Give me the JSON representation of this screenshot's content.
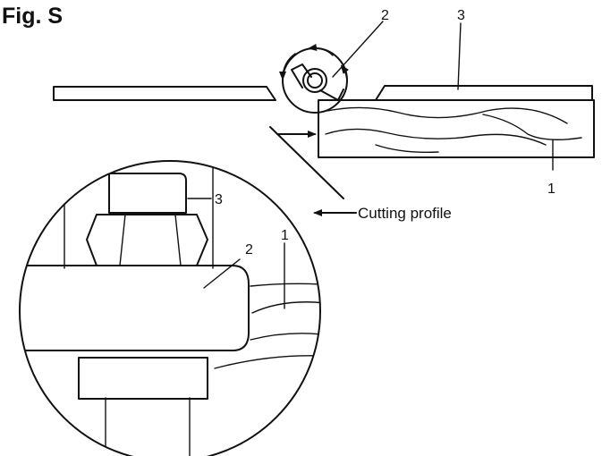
{
  "figure": {
    "title": "Fig. S",
    "callout_top_cutter": "2",
    "callout_top_blade": "3",
    "callout_top_wood": "1",
    "callout_detail_blade": "3",
    "callout_detail_cutter": "2",
    "callout_detail_wood": "1",
    "annotation": "Cutting profile"
  }
}
